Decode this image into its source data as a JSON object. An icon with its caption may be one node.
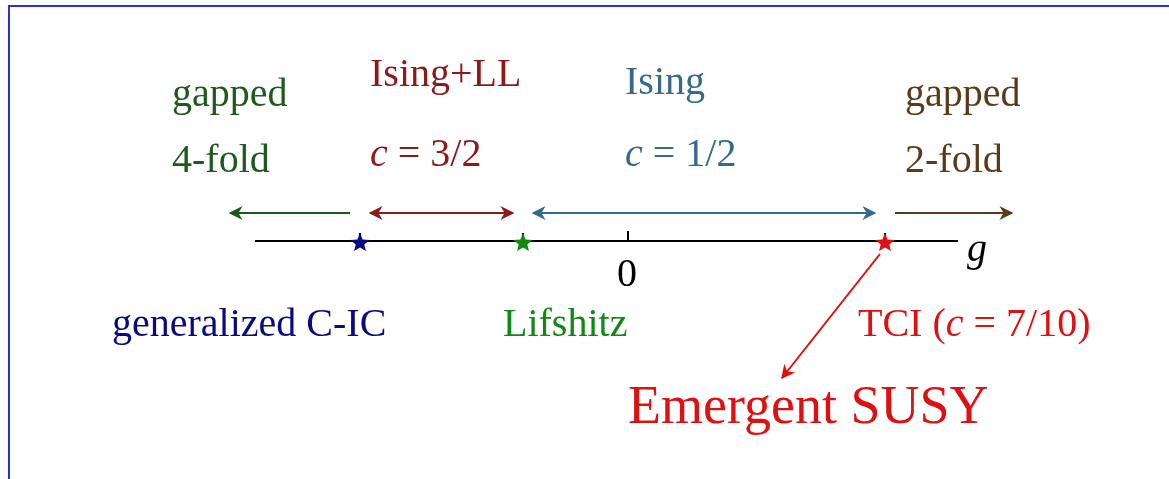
{
  "diagram": {
    "nodes": [
      {
        "text": [],
        "shape": "star",
        "beside": [
          "generalized C-IC"
        ]
      },
      {
        "text": [],
        "shape": "star",
        "beside": [
          "Lifshitz"
        ]
      },
      {
        "text": [],
        "shape": "star",
        "beside": [
          "TCI (*c* = 7/10)"
        ]
      },
      {
        "text": [
          "Emergent SUSY"
        ]
      }
    ],
    "edges": [
      {
        "from": 0,
        "to": null,
        "arrow": "to",
        "color": "#1e5a1e"
      },
      {
        "from": 0,
        "to": 1,
        "arrow": "both",
        "color": "#8b1a1a"
      },
      {
        "from": 1,
        "to": 2,
        "arrow": "both",
        "color": "#356a8a"
      },
      {
        "from": 2,
        "to": null,
        "arrow": "to",
        "color": "#5a3a1a"
      },
      {
        "from": 2,
        "to": 3,
        "arrow": "to",
        "color": "#dd1111"
      }
    ],
    "labels": [
      "gapped 4-fold",
      "Ising+LL",
      "*c* = 3/2",
      "Ising",
      "*c* = 1/2",
      "gapped 2-fold",
      "0",
      "*g*"
    ]
  }
}
